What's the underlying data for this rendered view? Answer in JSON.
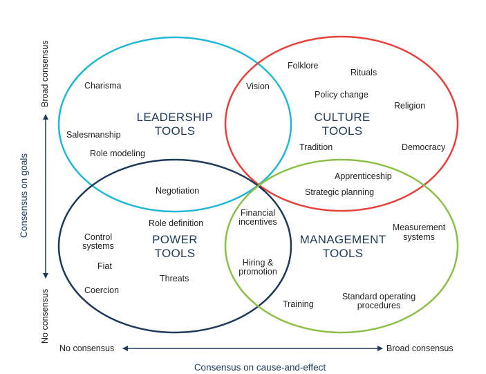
{
  "colors": {
    "leadership": "#1fb8d6",
    "culture": "#e8413c",
    "power": "#1d3a5a",
    "management": "#8cbf45",
    "axis": "#1d3a5a"
  },
  "circles": {
    "leadership": {
      "title1": "LEADERSHIP",
      "title2": "TOOLS",
      "items": [
        "Charisma",
        "Salesmanship",
        "Role modeling"
      ]
    },
    "culture": {
      "title1": "CULTURE",
      "title2": "TOOLS",
      "items": [
        "Folklore",
        "Rituals",
        "Policy change",
        "Religion",
        "Tradition",
        "Democracy"
      ]
    },
    "power": {
      "title1": "POWER",
      "title2": "TOOLS",
      "items": [
        "Role definition",
        "Control",
        "systems",
        "Fiat",
        "Threats",
        "Coercion"
      ]
    },
    "management": {
      "title1": "MANAGEMENT",
      "title2": "TOOLS",
      "items": [
        "Measurement",
        "systems",
        "Training",
        "Standard operating",
        "procedures"
      ]
    }
  },
  "overlaps": {
    "leadership_culture": "Vision",
    "leadership_power": "Negotiation",
    "culture_management": [
      "Apprenticeship",
      "Strategic planning"
    ],
    "power_management": [
      "Financial",
      "incentives",
      "Hiring &",
      "promotion"
    ]
  },
  "axes": {
    "y_title": "Consensus on goals",
    "y_high": "Broad consensus",
    "y_low": "No consensus",
    "x_title": "Consensus on cause-and-effect",
    "x_low": "No consensus",
    "x_high": "Broad consensus"
  }
}
